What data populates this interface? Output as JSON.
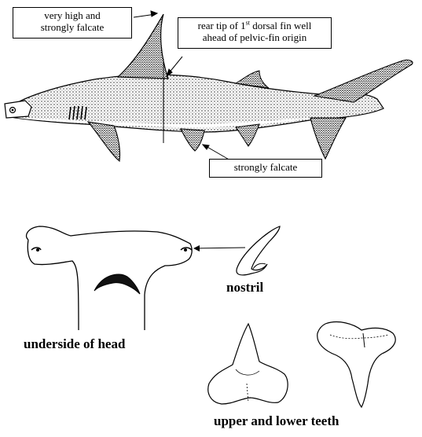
{
  "callouts": {
    "dorsal_height": {
      "line1": "very high and",
      "line2": "strongly falcate"
    },
    "dorsal_tip": {
      "prefix": "rear tip of 1",
      "sup": "st",
      "suffix": " dorsal fin well",
      "line2": "ahead of pelvic-fin origin"
    },
    "pelvic": {
      "text": "strongly falcate"
    }
  },
  "captions": {
    "nostril": "nostril",
    "head": "underside of head",
    "teeth": "upper and lower teeth"
  }
}
